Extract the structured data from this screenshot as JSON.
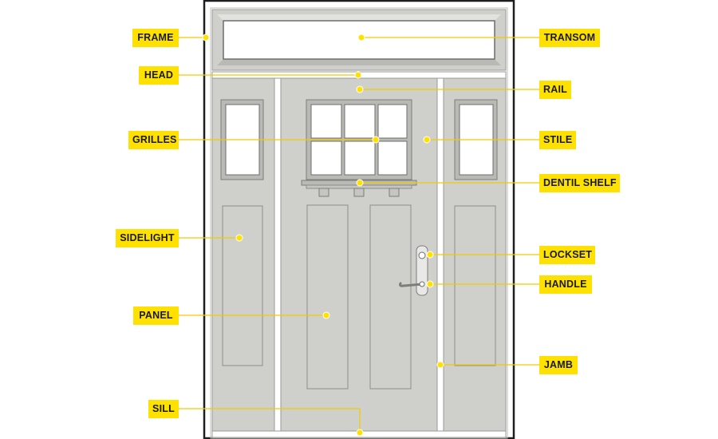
{
  "colors": {
    "door": "#cfcfcb",
    "door_edge": "#9a9a96",
    "frame_line": "#1e1e1e",
    "glass": "#ffffff",
    "glass_edge": "#6d6d6d",
    "callout": "#ffe100",
    "callout_line": "#f0cc00"
  },
  "labels": {
    "frame": "FRAME",
    "head": "HEAD",
    "grilles": "GRILLES",
    "sidelight": "SIDELIGHT",
    "panel": "PANEL",
    "sill": "SILL",
    "transom": "TRANSOM",
    "rail": "RAIL",
    "stile": "STILE",
    "dentil_shelf": "DENTIL SHELF",
    "lockset": "LOCKSET",
    "handle": "HANDLE",
    "jamb": "JAMB"
  }
}
